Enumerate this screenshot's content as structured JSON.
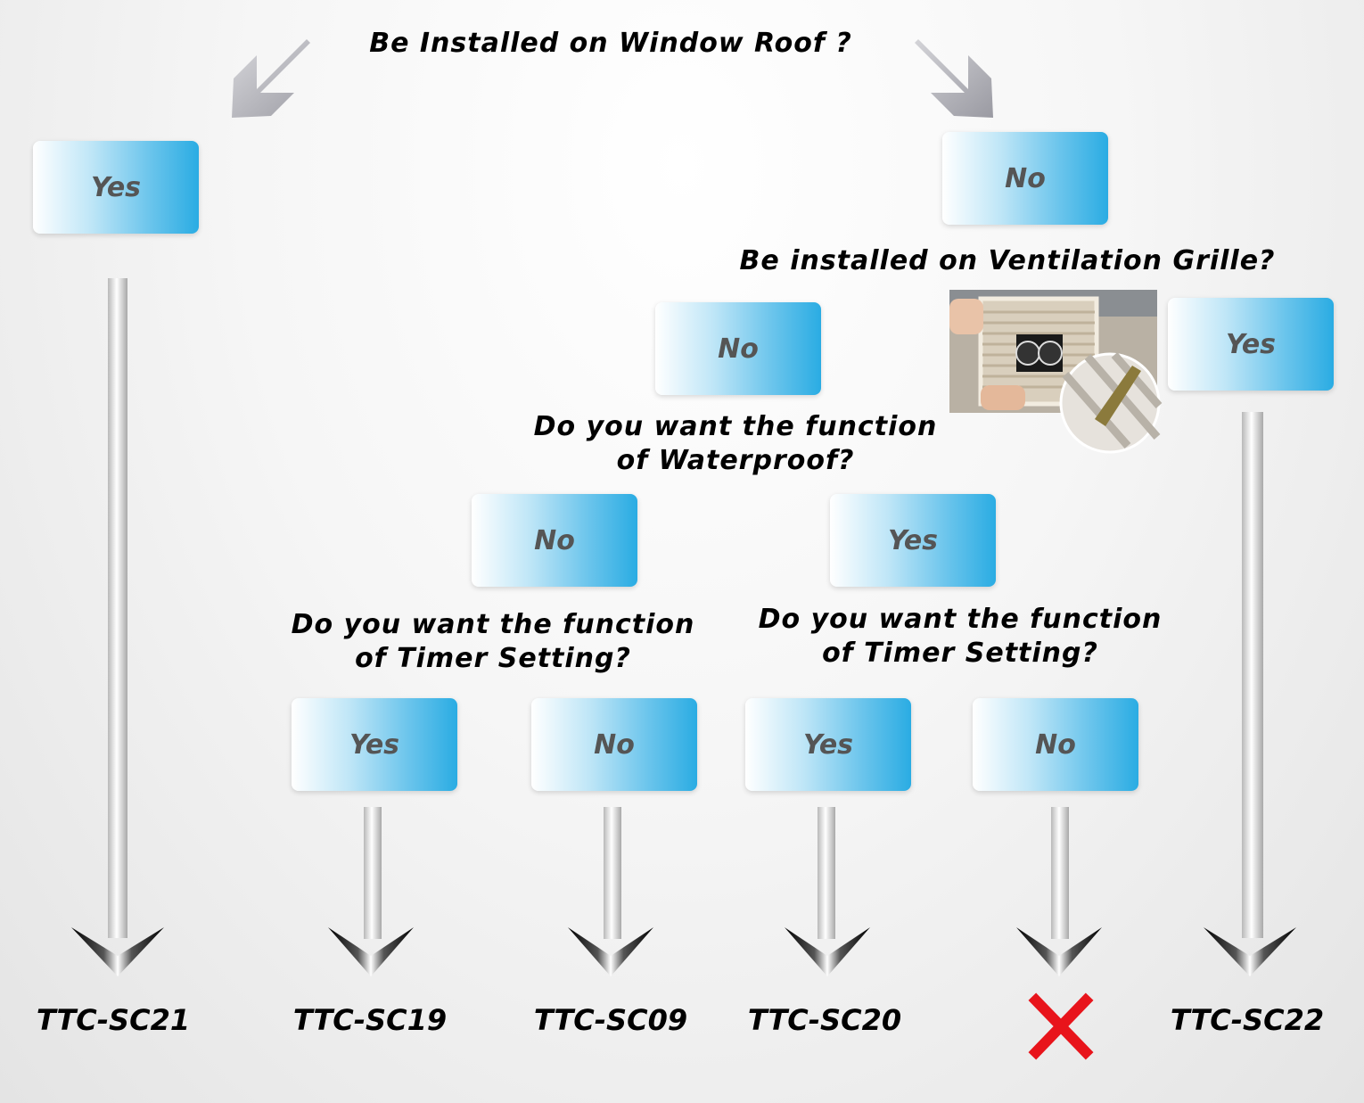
{
  "questions": {
    "window_roof": "Be Installed on Window Roof ?",
    "ventilation": "Be installed on Ventilation Grille?",
    "waterproof_1": "Do you want the function",
    "waterproof_2": "of  Waterproof?",
    "timer_left_1": "Do you want the function",
    "timer_left_2": "of  Timer Setting?",
    "timer_right_1": "Do you want the function",
    "timer_right_2": "of  Timer Setting?"
  },
  "answers": {
    "roof_yes": "Yes",
    "roof_no": "No",
    "vent_no": "No",
    "vent_yes": "Yes",
    "water_no": "No",
    "water_yes": "Yes",
    "timer_a_yes": "Yes",
    "timer_a_no": "No",
    "timer_b_yes": "Yes",
    "timer_b_no": "No"
  },
  "results": {
    "r1": "TTC-SC21",
    "r2": "TTC-SC19",
    "r3": "TTC-SC09",
    "r4": "TTC-SC20",
    "r6": "TTC-SC22"
  },
  "colors": {
    "box_end": "#2aace3",
    "cross": "#e8141b"
  }
}
